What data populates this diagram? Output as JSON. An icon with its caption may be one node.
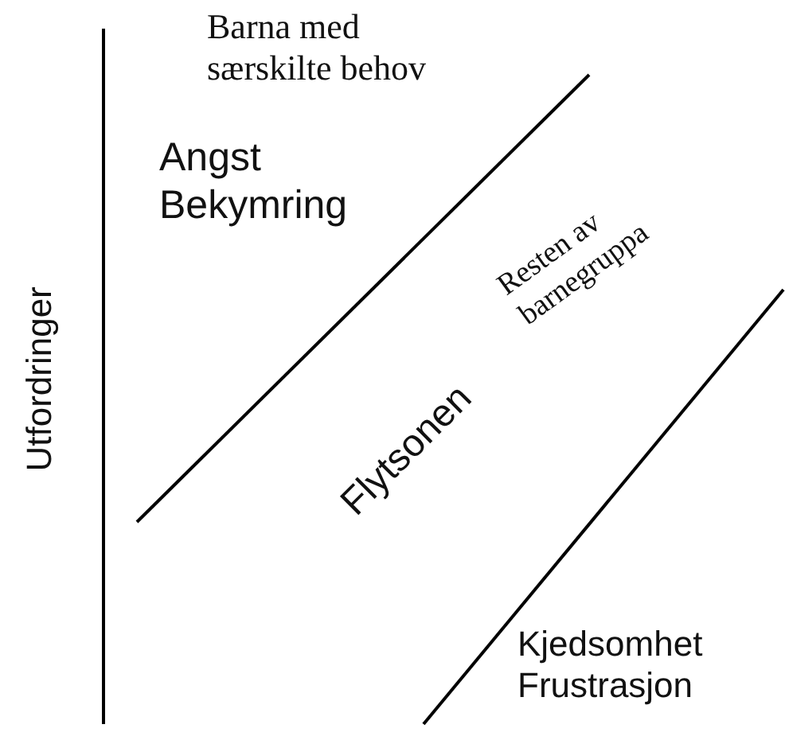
{
  "diagram": {
    "labels": [
      "Barna med særskilte behov",
      "Angst Bekymring",
      "Utfordringer",
      "Resten av barnegruppa",
      "Flytsonen",
      "Kjedsomhet Frustrasjon"
    ]
  }
}
